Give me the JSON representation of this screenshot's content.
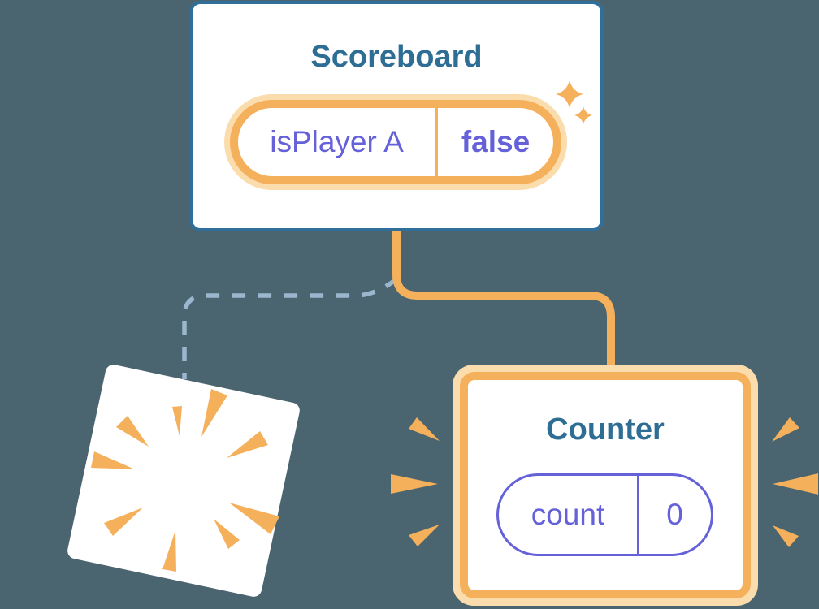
{
  "scoreboard": {
    "title": "Scoreboard",
    "state": {
      "key": "isPlayer A",
      "value": "false"
    }
  },
  "counter": {
    "title": "Counter",
    "state": {
      "key": "count",
      "value": "0"
    }
  },
  "icons": {
    "sparkles": "sparkles-icon",
    "poof_burst": "poof-burst-icon",
    "burst_left": "burst-left-icon",
    "burst_right": "burst-right-icon"
  },
  "colors": {
    "background": "#4B6570",
    "card_white": "#FFFFFF",
    "card_border_blue": "#2F6F9A",
    "title_teal": "#2E6E94",
    "state_purple": "#6461D9",
    "orange": "#F5B05C",
    "orange_glow": "#FBDCAC",
    "dashed_blue": "#9BB7CD"
  }
}
